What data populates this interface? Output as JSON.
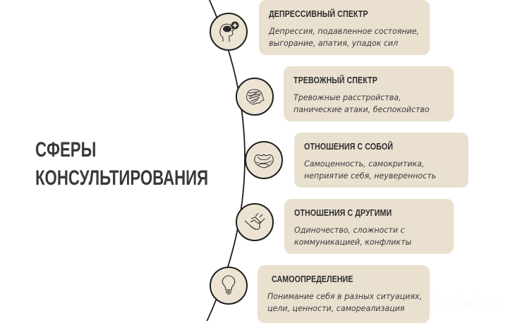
{
  "title": {
    "line1": "СФЕРЫ",
    "line2": "КОНСУЛЬТИРОВАНИЯ"
  },
  "colors": {
    "card_bg": "#e9e0d0",
    "node_bg": "#ece3d3",
    "line": "#1e1e1e",
    "title": "#3a3a3a",
    "text": "#2e2e2e"
  },
  "items": [
    {
      "icon": "head-brain-plus-icon",
      "heading": "ДЕПРЕССИВНЫЙ СПЕКТР",
      "line1": "Депрессия, подавленное состояние,",
      "line2": "выгорание, апатия, упадок сил"
    },
    {
      "icon": "scribble-head-icon",
      "heading": "ТРЕВОЖНЫЙ СПЕКТР",
      "line1": "Тревожные расстройства,",
      "line2": "панические атаки, беспокойство"
    },
    {
      "icon": "self-hug-heart-icon",
      "heading": "ОТНОШЕНИЯ С СОБОЙ",
      "line1": "Самоценность, самокритика,",
      "line2": "неприятие себя, неуверенность"
    },
    {
      "icon": "handshake-icon",
      "heading": "ОТНОШЕНИЯ С ДРУГИМИ",
      "line1": "Одиночество, сложности с",
      "line2": "коммуникацией, конфликты"
    },
    {
      "icon": "lightbulb-icon",
      "heading": "САМООПРЕДЕЛЕНИЕ",
      "line1": "Понимание себя в разных ситуациях,",
      "line2": "цели, ценности, самореализация"
    }
  ],
  "watermark": {
    "text": "Avito"
  }
}
